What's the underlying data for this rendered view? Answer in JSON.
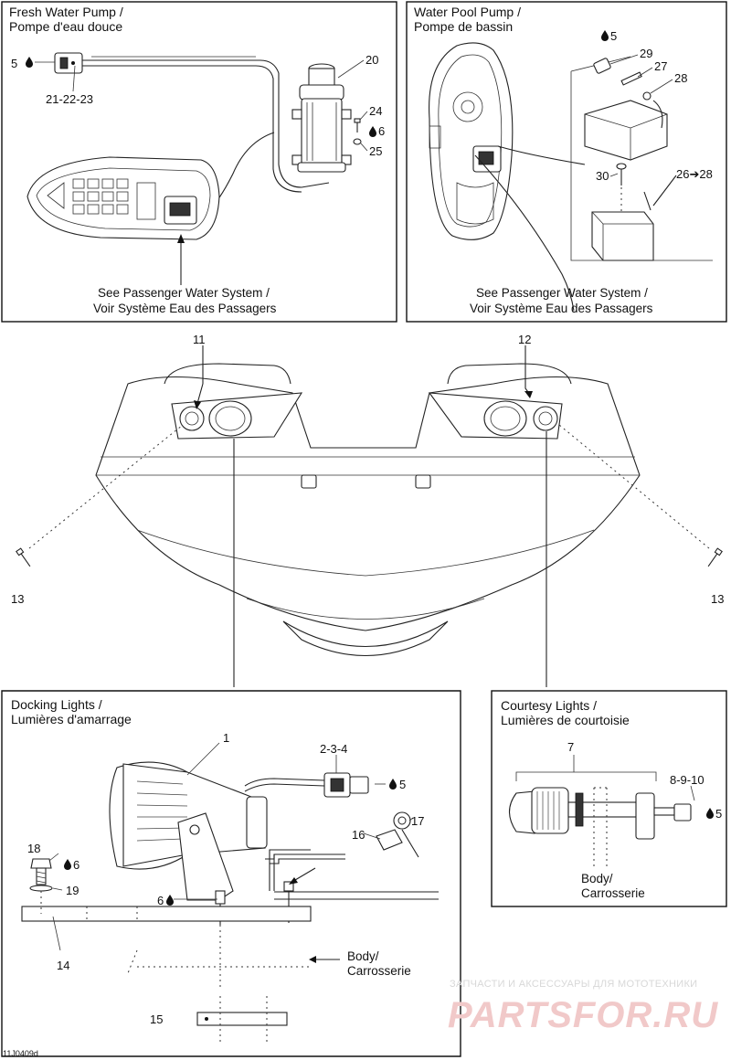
{
  "panels": {
    "fresh_water_pump": {
      "title_en": "Fresh Water Pump /",
      "title_fr": "Pompe d'eau douce",
      "see_en": "See Passenger Water System /",
      "see_fr": "Voir Système Eau des Passagers"
    },
    "water_pool_pump": {
      "title_en": "Water Pool Pump /",
      "title_fr": "Pompe de bassin",
      "see_en": "See Passenger Water System /",
      "see_fr": "Voir Système Eau des Passagers"
    },
    "docking_lights": {
      "title_en": "Docking Lights /",
      "title_fr": "Lumières d'amarrage",
      "body_en": "Body/",
      "body_fr": "Carrosserie"
    },
    "courtesy_lights": {
      "title_en": "Courtesy Lights /",
      "title_fr": "Lumières de courtoisie",
      "body_en": "Body/",
      "body_fr": "Carrosserie"
    }
  },
  "callouts": {
    "p1": "1",
    "p2_3_4": "2-3-4",
    "p5": "5",
    "p6": "6",
    "p7": "7",
    "p8_9_10": "8-9-10",
    "p11": "11",
    "p12": "12",
    "p13": "13",
    "p14": "14",
    "p15": "15",
    "p16": "16",
    "p17": "17",
    "p18": "18",
    "p19": "19",
    "p20": "20",
    "p21_22_23": "21-22-23",
    "p24": "24",
    "p25": "25",
    "p26_28": "26➔28",
    "p27": "27",
    "p28": "28",
    "p29": "29",
    "p30": "30"
  },
  "drawing_code": "11J0409d",
  "watermark": {
    "line1": "ЗАПЧАСТИ И АКСЕССУАРЫ ДЛЯ МОТОТЕХНИКИ",
    "line2": "PARTSFOR.RU"
  },
  "icons": {
    "lubricant": "oil-drop-icon"
  },
  "colors": {
    "line": "#222222",
    "watermark_red": "#f1c9c9"
  }
}
